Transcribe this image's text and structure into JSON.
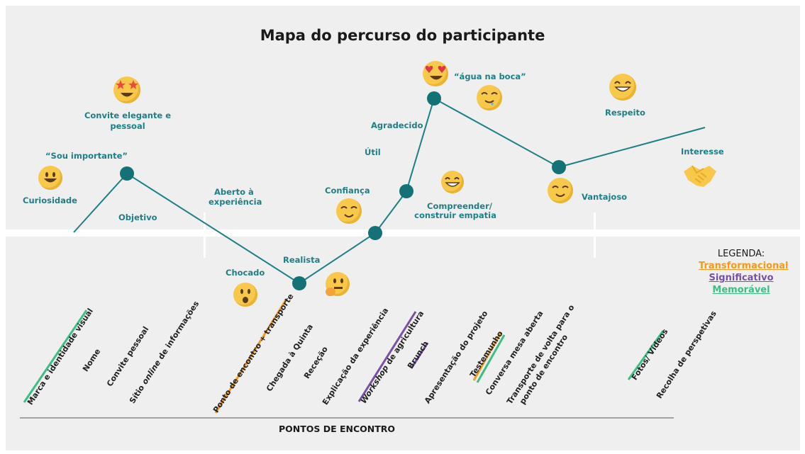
{
  "title": "Mapa do percurso do participante",
  "emotions": {
    "sou_importante": "“Sou importante”",
    "curiosidade": "Curiosidade",
    "convite_elegante": "Convite elegante e",
    "pessoal": "pessoal",
    "objetivo": "Objetivo",
    "aberto": "Aberto à",
    "experiencia": "experiência",
    "chocado": "Chocado",
    "realista": "Realista",
    "confianca": "Confiança",
    "util": "Útil",
    "agradecido": "Agradecido",
    "agua_na_boca": "“água na boca”",
    "compreender": "Compreender/",
    "construir_empatia": "construir empatia",
    "respeito": "Respeito",
    "vantajoso": "Vantajoso",
    "interesse": "Interesse"
  },
  "legend": {
    "heading": "LEGENDA:",
    "transformacional": "Transformacional",
    "significativo": "Significativo",
    "memoravel": "Memorável",
    "colors": {
      "transformacional": "#f39a1e",
      "significativo": "#7a4fa6",
      "memoravel": "#3dbf84"
    }
  },
  "touchpoints": {
    "marca": "Marca e identidade visual",
    "nome": "Nome",
    "convite": "Convite pessoal",
    "sitio_a": "Sítio ",
    "sitio_b": "online",
    "sitio_c": " de informações",
    "ponto": "Ponto de encontro + transporte",
    "chegada": "Chegada à Quinta",
    "rececao": "Receção",
    "explicacao": "Explicação da experiência",
    "workshop_a": "Workshop",
    "workshop_b": " de agricultura",
    "brunch": "Brunch",
    "apresentacao": "Apresentação do projeto",
    "testemunho": "Testemunho",
    "conversa": "Conversa mesa aberta",
    "transporte_1": "Transporte de volta para o",
    "transporte_2": "ponto de encontro",
    "fotos": "Fotos/ Vídeos",
    "recolha": "Recolha de perspetivas"
  },
  "axis": "PONTOS DE ENCONTRO",
  "colors": {
    "line": "#1e7f86",
    "dot": "#147276",
    "emoji": "#f7c84a"
  }
}
